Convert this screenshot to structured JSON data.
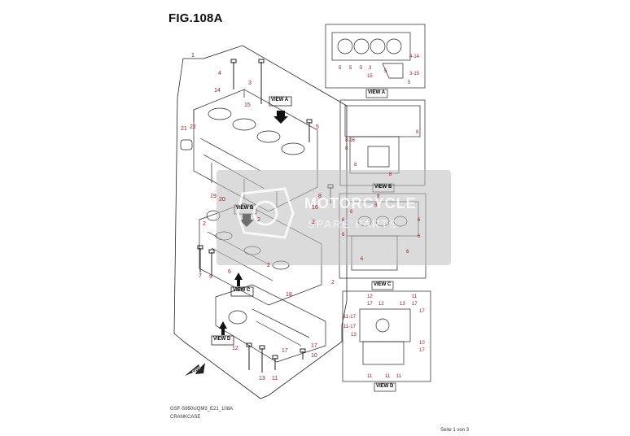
{
  "title": "FIG.108A",
  "footer": {
    "model_code": "GSF-S950UQM3_E21_108A",
    "part_name": "CRANKCASE",
    "page": "Seite 1 von 3"
  },
  "watermark": {
    "brand": "MOTORCYCLE",
    "sub": "SPARE PARTS"
  },
  "colors": {
    "callout": "#a01818",
    "line": "#222222",
    "bg": "#ffffff"
  },
  "views": {
    "a": "VIEW A",
    "b": "VIEW B",
    "c": "VIEW C",
    "d": "VIEW D"
  },
  "fwd": "FWD",
  "main_callouts": {
    "c1": "1",
    "c4": "4",
    "c3": "3",
    "c14": "14",
    "c15": "15",
    "c5": "5",
    "c21": "21",
    "c22": "22",
    "c19": "19",
    "c20": "20",
    "c2a": "2",
    "c9": "9",
    "c7": "7",
    "c6": "6",
    "c2b": "2",
    "c2c": "2",
    "c8": "8",
    "c16": "16",
    "c2d": "2",
    "c2e": "2",
    "c18": "18",
    "c12": "12",
    "c17a": "17",
    "c17b": "17",
    "c10": "10",
    "c13": "13",
    "c11": "11"
  },
  "view_a_callouts": {
    "a414": "4-14",
    "a315": "3-15",
    "a15": "15",
    "a3": "3",
    "a5a": "5",
    "a5b": "5",
    "a5c": "5",
    "a5d": "5",
    "a5e": "5"
  },
  "view_b_callouts": {
    "b816": "8-16",
    "b8a": "8",
    "b8b": "8",
    "b8c": "8",
    "b8d": "8"
  },
  "view_c_callouts": {
    "c_9": "9",
    "c_8": "8",
    "c_6a": "6",
    "c_6b": "6",
    "c_6c": "6",
    "c_6d": "6",
    "c_6e": "6",
    "c_6f": "6",
    "c_6g": "6"
  },
  "view_d_callouts": {
    "d12": "12",
    "d17": "17",
    "d11a": "11",
    "d1117a": "11-17",
    "d1117b": "11-17",
    "d13": "13",
    "d12b": "12",
    "d13b": "13",
    "d17b": "17",
    "d17c": "17",
    "d10": "10",
    "d17d": "17",
    "d11b": "11",
    "d11c": "11",
    "d11d": "11"
  }
}
